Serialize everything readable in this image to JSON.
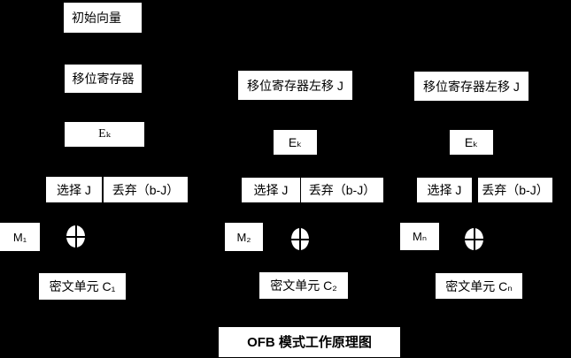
{
  "diagram_title": "OFB 模式工作原理图",
  "colors": {
    "background": "#000000",
    "box_fill": "#ffffff",
    "box_text": "#000000"
  },
  "icons": {
    "xor_icon": "circled-plus-xor"
  },
  "columns": [
    {
      "initial_vector": "初始向量",
      "shift_register": "移位寄存器",
      "encrypt": "Eₖ",
      "select": "选择 J",
      "discard": "丢弃（b-J）",
      "message": "M₁",
      "ciphertext": "密文单元 C₁"
    },
    {
      "shift_register": "移位寄存器左移 J",
      "encrypt": "Eₖ",
      "select": "选择 J",
      "discard": "丢弃（b-J）",
      "message": "M₂",
      "ciphertext": "密文单元 C₂"
    },
    {
      "shift_register": "移位寄存器左移 J",
      "encrypt": "Eₖ",
      "select": "选择 J",
      "discard": "丢弃（b-J）",
      "message": "Mₙ",
      "ciphertext": "密文单元 Cₙ"
    }
  ]
}
